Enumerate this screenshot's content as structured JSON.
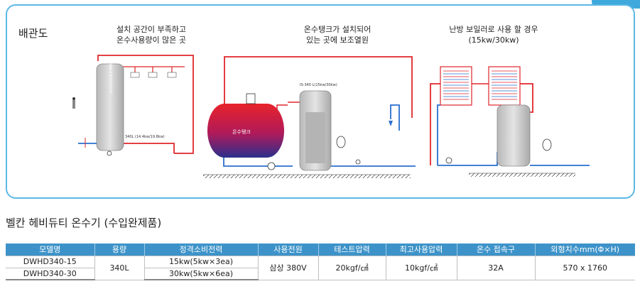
{
  "diagram": {
    "title": "배관도",
    "captions": [
      "설치 공간이 부족하고\n온수사용량이 많은 곳",
      "온수탱크가 설치되어\n있는 곳에 보조열원",
      "난방 보일러로 사용 할 경우\n(15kw/30kw)"
    ],
    "tank_vertical_label": "슬립튜브전기온수기",
    "expansion_tank_label": "온수탱크",
    "tank_spec_label": "340L (14.4kw/19.8kw)",
    "tank2_spec_label": "IS-340 L(15kw/30kw)",
    "colors": {
      "hot": "#e0262b",
      "cold": "#2a6fd0",
      "border": "#5cb8e6",
      "header": "#3d93c9"
    }
  },
  "product_title": "벨칸 헤비듀티 온수기 (수입완제품)",
  "table": {
    "headers": [
      "모델명",
      "용량",
      "정격소비전력",
      "사용전원",
      "테스트압력",
      "최고사용압력",
      "온수 접속구",
      "외형치수mm(Φ×H)"
    ],
    "rows": [
      {
        "model": "DWHD340-15",
        "power": "15kw(5kw×3ea)"
      },
      {
        "model": "DWHD340-30",
        "power": "30kw(5kw×6ea)"
      }
    ],
    "shared": {
      "capacity": "340L",
      "supply": "삼상 380V",
      "test_pressure": "20kgf/㎠",
      "max_pressure": "10kgf/㎠",
      "connection": "32A",
      "dimensions": "570 x 1760"
    }
  }
}
